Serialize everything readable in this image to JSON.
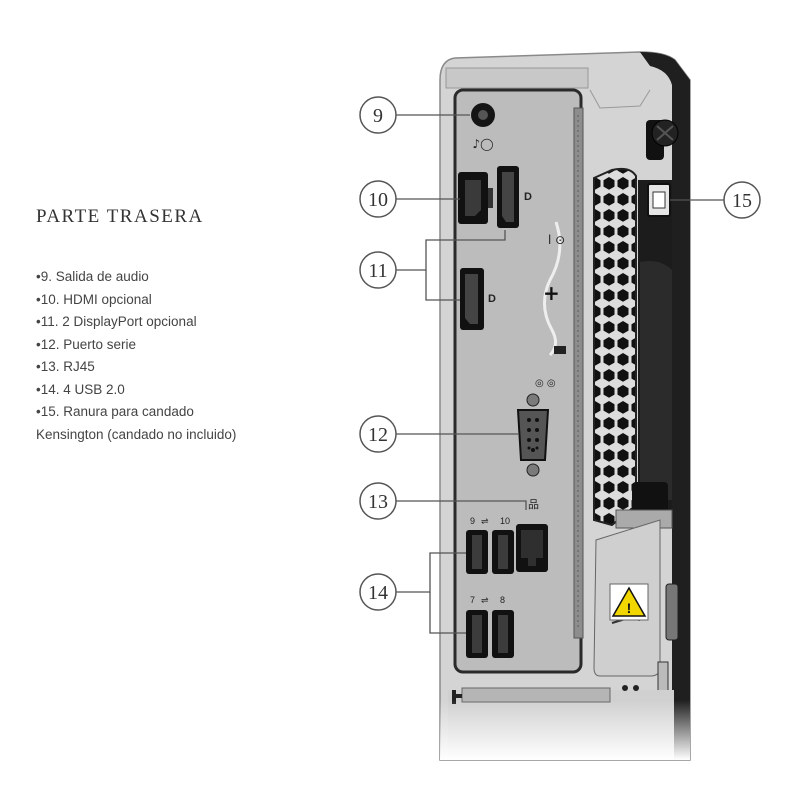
{
  "title": "PARTE TRASERA",
  "legend": [
    {
      "bullet": "•",
      "text": "9. Salida de audio"
    },
    {
      "bullet": "•",
      "text": "10. HDMI opcional"
    },
    {
      "bullet": "•",
      "text": "11. 2 DisplayPort opcional"
    },
    {
      "bullet": "•",
      "text": "12. Puerto serie"
    },
    {
      "bullet": "•",
      "text": "13. RJ45"
    },
    {
      "bullet": "•",
      "text": "14. 4 USB 2.0"
    },
    {
      "bullet": "•",
      "text": "15. Ranura para candado",
      "continuation": "Kensington (candado no incluido)"
    }
  ],
  "callouts": [
    "9",
    "10",
    "11",
    "12",
    "13",
    "14",
    "15"
  ],
  "port_labels": {
    "usb_top_left": "9",
    "usb_top_right": "10",
    "usb_bottom_left": "7",
    "usb_bottom_right": "8"
  },
  "colors": {
    "chassis": "#c9c9c9",
    "panel": "#bdbdbd",
    "dark": "#1c1c1c",
    "warning": "#f2d600",
    "line": "#555555"
  },
  "icons": [
    "headphone-icon",
    "displayport-icon",
    "usb-icon",
    "network-icon",
    "warning-icon",
    "kensington-lock-icon"
  ]
}
